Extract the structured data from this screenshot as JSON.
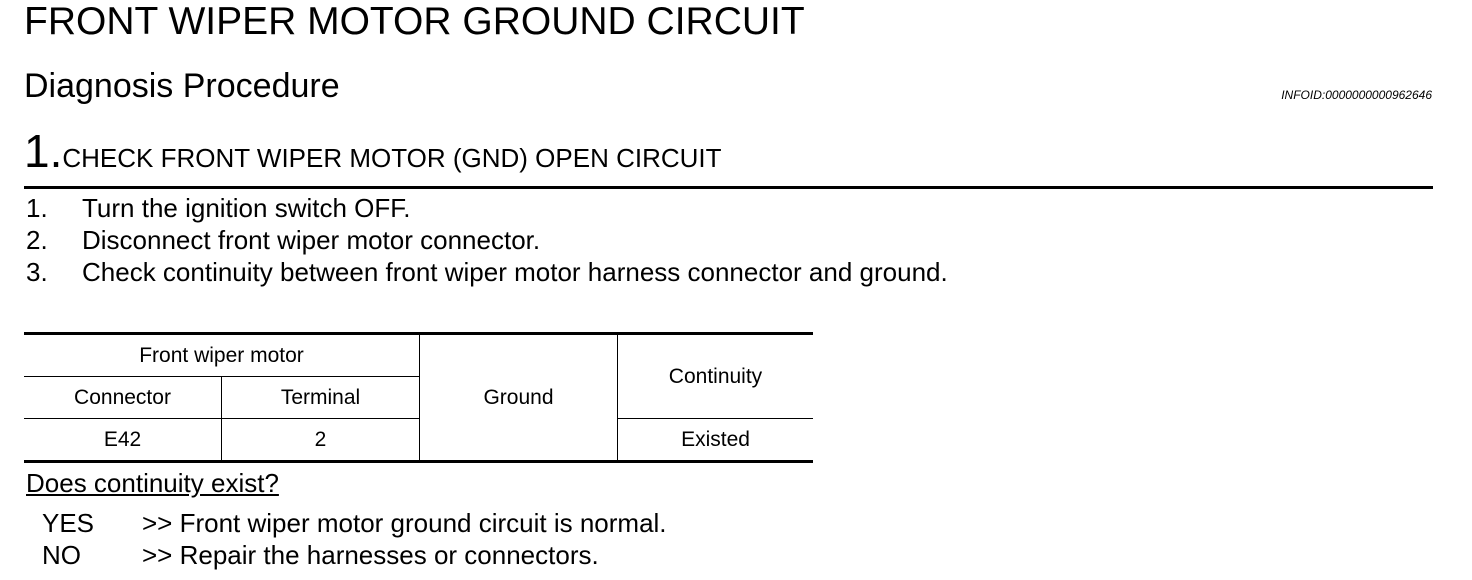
{
  "title": "FRONT WIPER MOTOR GROUND CIRCUIT",
  "subtitle": "Diagnosis Procedure",
  "info_id": "INFOID:0000000000962646",
  "step": {
    "number": "1.",
    "text": "CHECK FRONT WIPER MOTOR (GND) OPEN CIRCUIT"
  },
  "instructions": [
    {
      "num": "1.",
      "text": "Turn the ignition switch OFF."
    },
    {
      "num": "2.",
      "text": "Disconnect front wiper motor connector."
    },
    {
      "num": "3.",
      "text": "Check continuity between front wiper motor harness connector and ground."
    }
  ],
  "table": {
    "group_header": "Front wiper motor",
    "col_connector": "Connector",
    "col_terminal": "Terminal",
    "col_ground": "Ground",
    "col_continuity": "Continuity",
    "row": {
      "connector": "E42",
      "terminal": "2",
      "continuity": "Existed"
    }
  },
  "question": "Does continuity exist?",
  "results": [
    {
      "key": "YES",
      "text": ">> Front wiper motor ground circuit is normal."
    },
    {
      "key": "NO",
      "text": ">> Repair the harnesses or connectors."
    }
  ]
}
